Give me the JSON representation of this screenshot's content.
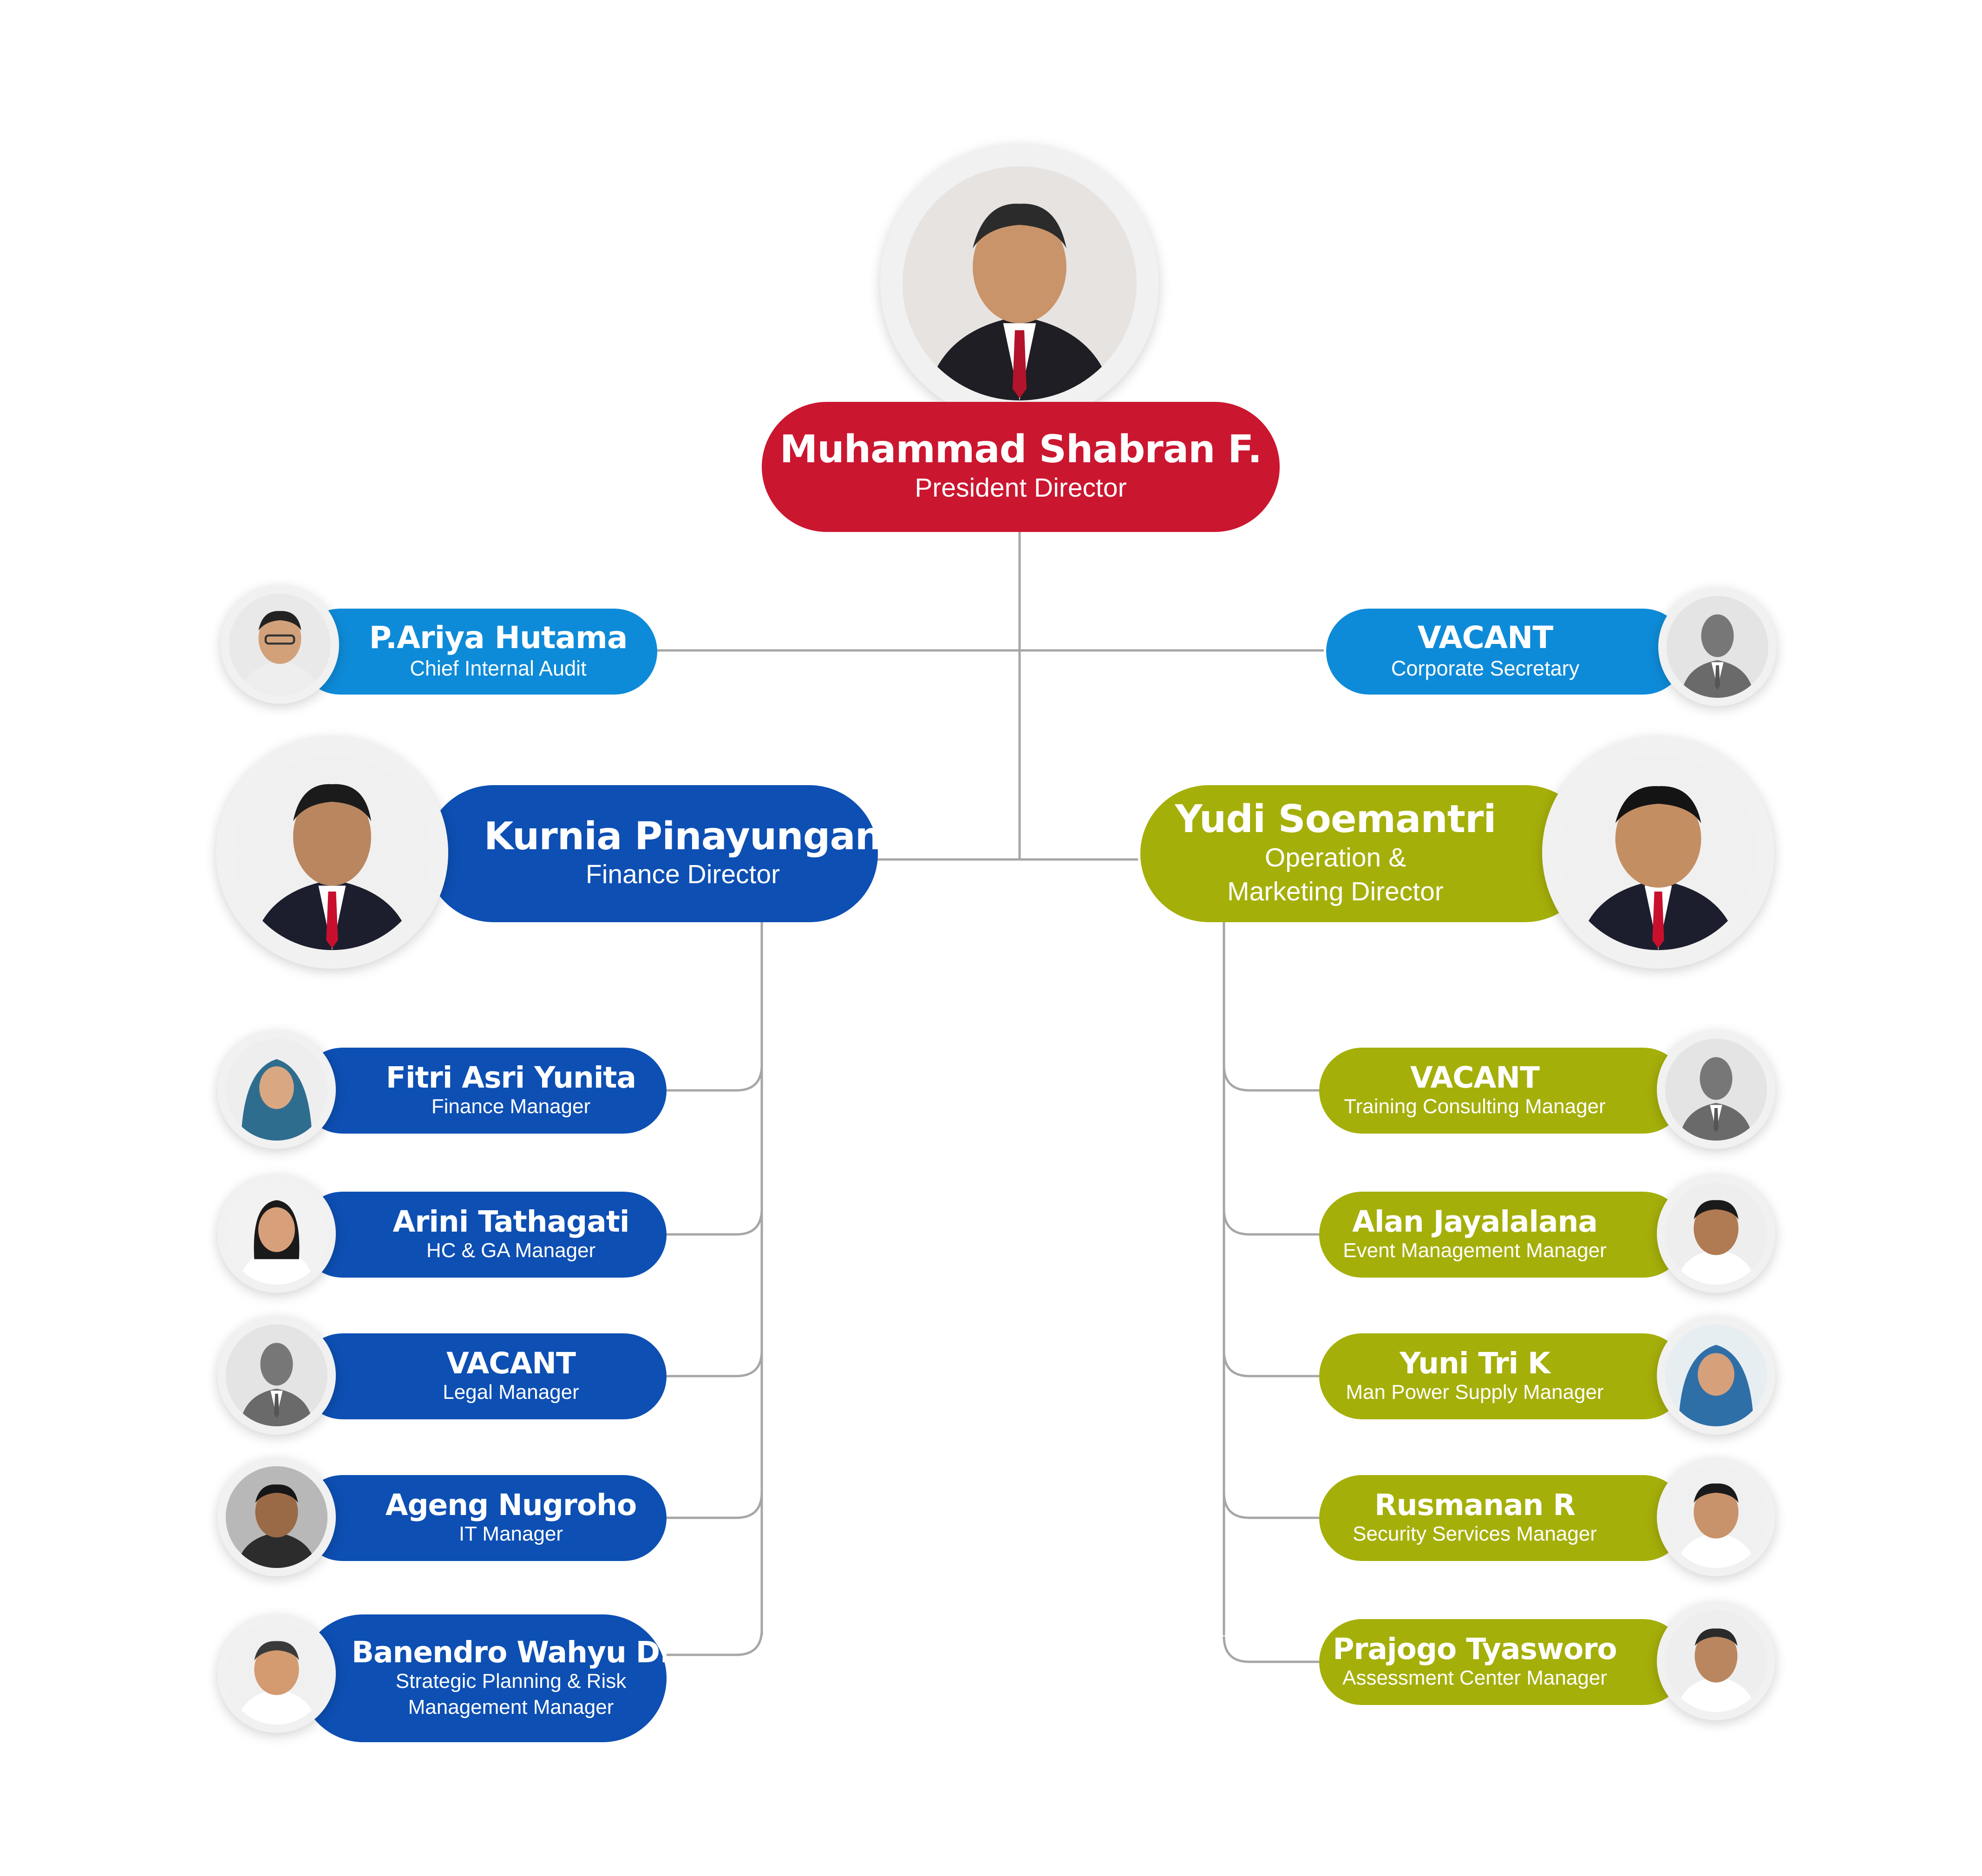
{
  "colors": {
    "president": "#cb1630",
    "finance": "#0d4fb3",
    "operation": "#a5af0a",
    "staff": "#0e8bd8",
    "connector": "#a6a6a6",
    "avatar_ring": "#f1f1f1"
  },
  "president": {
    "name": "Muhammad Shabran F.",
    "title": "President Director",
    "avatar": "photo-portrait"
  },
  "staff": [
    {
      "name": "P.Ariya Hutama",
      "title": "Chief Internal Audit",
      "avatar": "photo-portrait"
    },
    {
      "name": "VACANT",
      "title": "Corporate Secretary",
      "avatar": "placeholder-person-icon"
    }
  ],
  "directors": [
    {
      "name": "Kurnia Pinayungan",
      "title": "Finance Director",
      "avatar": "photo-portrait"
    },
    {
      "name": "Yudi Soemantri",
      "title_line1": "Operation &",
      "title_line2": "Marketing Director",
      "avatar": "photo-portrait"
    }
  ],
  "finance_managers": [
    {
      "name": "Fitri Asri Yunita",
      "title": "Finance Manager",
      "avatar": "photo-portrait"
    },
    {
      "name": "Arini Tathagati",
      "title": "HC & GA Manager",
      "avatar": "photo-portrait"
    },
    {
      "name": "VACANT",
      "title": "Legal Manager",
      "avatar": "placeholder-person-icon"
    },
    {
      "name": "Ageng Nugroho",
      "title": "IT Manager",
      "avatar": "photo-portrait"
    },
    {
      "name": "Banendro Wahyu D.",
      "title_line1": "Strategic Planning & Risk",
      "title_line2": "Management Manager",
      "avatar": "photo-portrait"
    }
  ],
  "operation_managers": [
    {
      "name": "VACANT",
      "title": "Training Consulting Manager",
      "avatar": "placeholder-person-icon"
    },
    {
      "name": "Alan Jayalalana",
      "title": "Event Management Manager",
      "avatar": "photo-portrait"
    },
    {
      "name": "Yuni Tri K",
      "title": "Man Power Supply Manager",
      "avatar": "photo-portrait"
    },
    {
      "name": "Rusmanan R",
      "title": "Security Services Manager",
      "avatar": "photo-portrait"
    },
    {
      "name": "Prajogo Tyasworo",
      "title": "Assessment Center Manager",
      "avatar": "photo-portrait"
    }
  ]
}
